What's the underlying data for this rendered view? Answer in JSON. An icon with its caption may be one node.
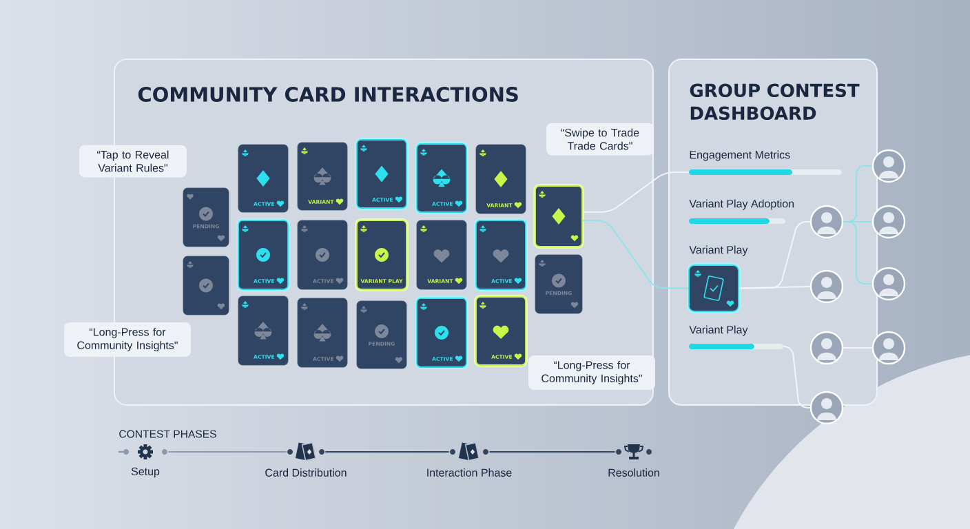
{
  "diagram": {
    "nodes": [
      {
        "text": [
          "COMMUNITY CARD INTERACTIONS"
        ]
      },
      {
        "text": [
          "“Tap to Reveal Variant Rules\""
        ]
      },
      {
        "text": [
          "“Swipe to Trade Trade Cards\""
        ],
        "in": 0
      },
      {
        "text": [
          "PENDING"
        ],
        "in": 0
      },
      {
        "text": [],
        "shape": "card",
        "in": 0
      },
      {
        "text": [
          "ACTIVE"
        ],
        "in": 0
      },
      {
        "text": [
          "ACTIVE"
        ],
        "in": 0
      },
      {
        "text": [
          "ACTIVE"
        ],
        "in": 0
      },
      {
        "text": [
          "VARIANT"
        ],
        "in": 0
      },
      {
        "text": [
          "ACTIVE"
        ],
        "in": 0
      },
      {
        "text": [
          "ACTIVE"
        ],
        "in": 0
      },
      {
        "text": [
          "ACTIVE"
        ],
        "in": 0
      },
      {
        "text": [
          "VARIANT PLAY"
        ],
        "in": 0
      },
      {
        "text": [
          "PENDING"
        ],
        "in": 0
      },
      {
        "text": [
          "ACTIVE"
        ],
        "in": 0
      },
      {
        "text": [
          "VARIANT"
        ],
        "in": 0
      },
      {
        "text": [
          "ACTIVE"
        ],
        "in": 0
      },
      {
        "text": [
          "VARIANT"
        ],
        "in": 0
      },
      {
        "text": [
          "ACTIVE"
        ],
        "in": 0
      },
      {
        "text": [
          "ACTIVE"
        ],
        "in": 0
      },
      {
        "text": [],
        "shape": "card",
        "in": 0
      },
      {
        "text": [
          "PENDING"
        ],
        "in": 0
      },
      {
        "text": [
          "“Long-Press for Community Insights\""
        ]
      },
      {
        "text": [
          "“Long-Press for Community Insights\""
        ],
        "in": 0
      },
      {
        "text": [
          "GROUP CONTEST DASHBOARD"
        ]
      },
      {
        "text": [
          "Engagement Metrics"
        ],
        "in": 24
      },
      {
        "text": [
          "Variant Play Adoption"
        ],
        "in": 24
      },
      {
        "text": [
          "Variant Play"
        ],
        "in": 24
      },
      {
        "text": [
          "Variant Play"
        ],
        "in": 24
      },
      {
        "text": [],
        "shape": "person"
      },
      {
        "text": [],
        "shape": "person",
        "in": 24
      },
      {
        "text": [],
        "shape": "person"
      },
      {
        "text": [],
        "shape": "person",
        "in": 24
      },
      {
        "text": [],
        "shape": "person"
      },
      {
        "text": [],
        "shape": "person",
        "in": 24
      },
      {
        "text": [],
        "shape": "person"
      },
      {
        "text": [],
        "shape": "person"
      },
      {
        "text": [
          "Setup"
        ]
      },
      {
        "text": [
          "Card Distribution"
        ]
      },
      {
        "text": [
          "Interaction Phase"
        ]
      },
      {
        "text": [
          "Resolution"
        ]
      }
    ],
    "edges": [
      {
        "from": 20,
        "to": 25,
        "arrow": "none"
      },
      {
        "from": 20,
        "to": 27,
        "arrow": "none",
        "color": "#8fe3ec"
      },
      {
        "from": 27,
        "to": 30,
        "arrow": "none"
      },
      {
        "from": 27,
        "to": 32,
        "arrow": "none"
      },
      {
        "from": 30,
        "to": 29,
        "arrow": "none",
        "color": "#8fe3ec"
      },
      {
        "from": 30,
        "to": 31,
        "arrow": "none",
        "color": "#8fe3ec"
      },
      {
        "from": 30,
        "to": 33,
        "arrow": "none",
        "color": "#8fe3ec"
      },
      {
        "from": 34,
        "to": 35,
        "arrow": "none"
      },
      {
        "from": 28,
        "to": 36,
        "arrow": "none"
      },
      {
        "from": 37,
        "to": 38,
        "arrow": "none",
        "color": "#8c9ab0"
      },
      {
        "from": 38,
        "to": 39,
        "arrow": "none",
        "color": "#34465f"
      },
      {
        "from": 39,
        "to": 40,
        "arrow": "none",
        "color": "#34465f"
      }
    ],
    "labels": [
      "CONTEST PHASES"
    ]
  }
}
